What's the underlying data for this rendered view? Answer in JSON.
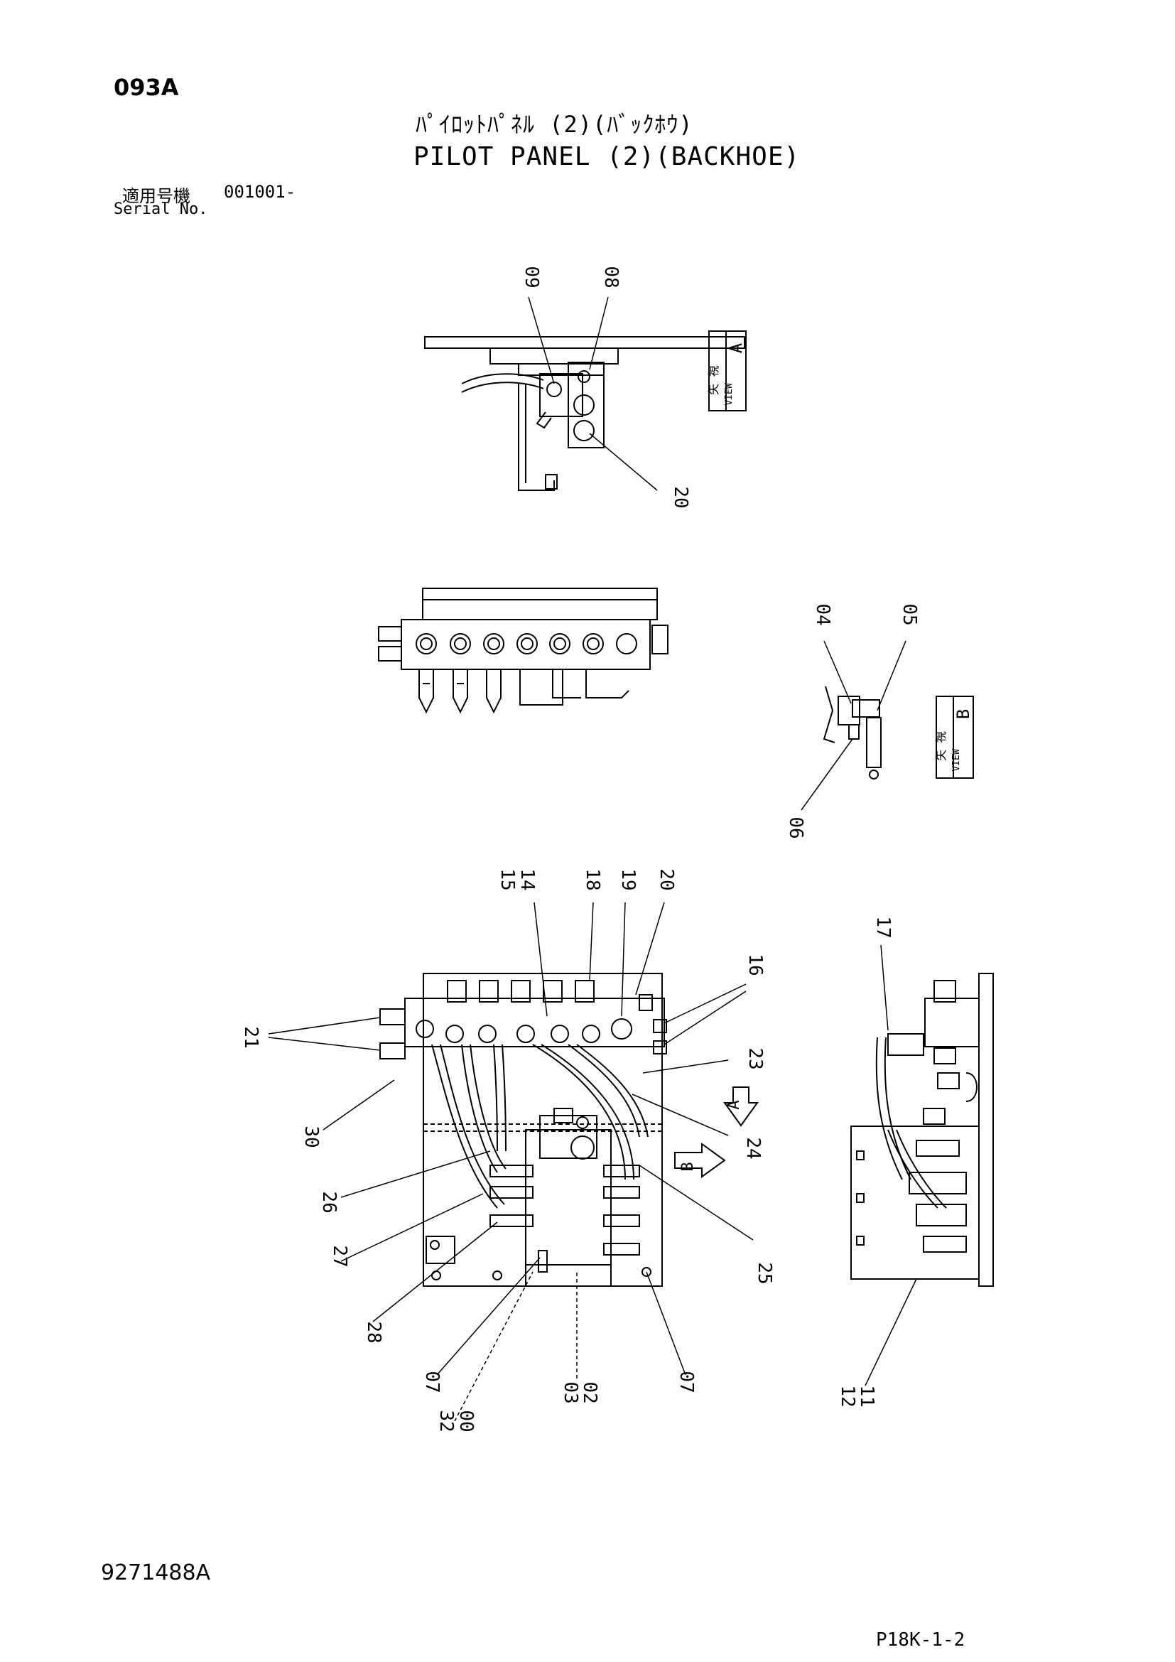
{
  "header": {
    "page_code": "093A",
    "title_jp": "ﾊﾟｲﾛｯﾄﾊﾟﾈﾙ (2)(ﾊﾞｯｸﾎｳ)",
    "title_en": "PILOT PANEL (2)(BACKHOE)",
    "serial_label_jp": "適用号機",
    "serial_value": "001001-",
    "serial_label_en": "Serial No."
  },
  "views": {
    "view_a": {
      "jp": "矢 視",
      "en": "VIEW",
      "letter": "A"
    },
    "view_b": {
      "jp": "矢 視",
      "en": "VIEW",
      "letter": "B"
    }
  },
  "arrow_labels": {
    "a": "A",
    "b": "B"
  },
  "callouts": [
    "09",
    "08",
    "20",
    "04",
    "05",
    "06",
    "15",
    "14",
    "18",
    "19",
    "20",
    "16",
    "21",
    "23",
    "24",
    "30",
    "26",
    "25",
    "27",
    "28",
    "07",
    "07",
    "32",
    "00",
    "03",
    "02",
    "17",
    "12",
    "11"
  ],
  "footer": {
    "drawing_number": "9271488A",
    "page_ref": "P18K-1-2"
  }
}
